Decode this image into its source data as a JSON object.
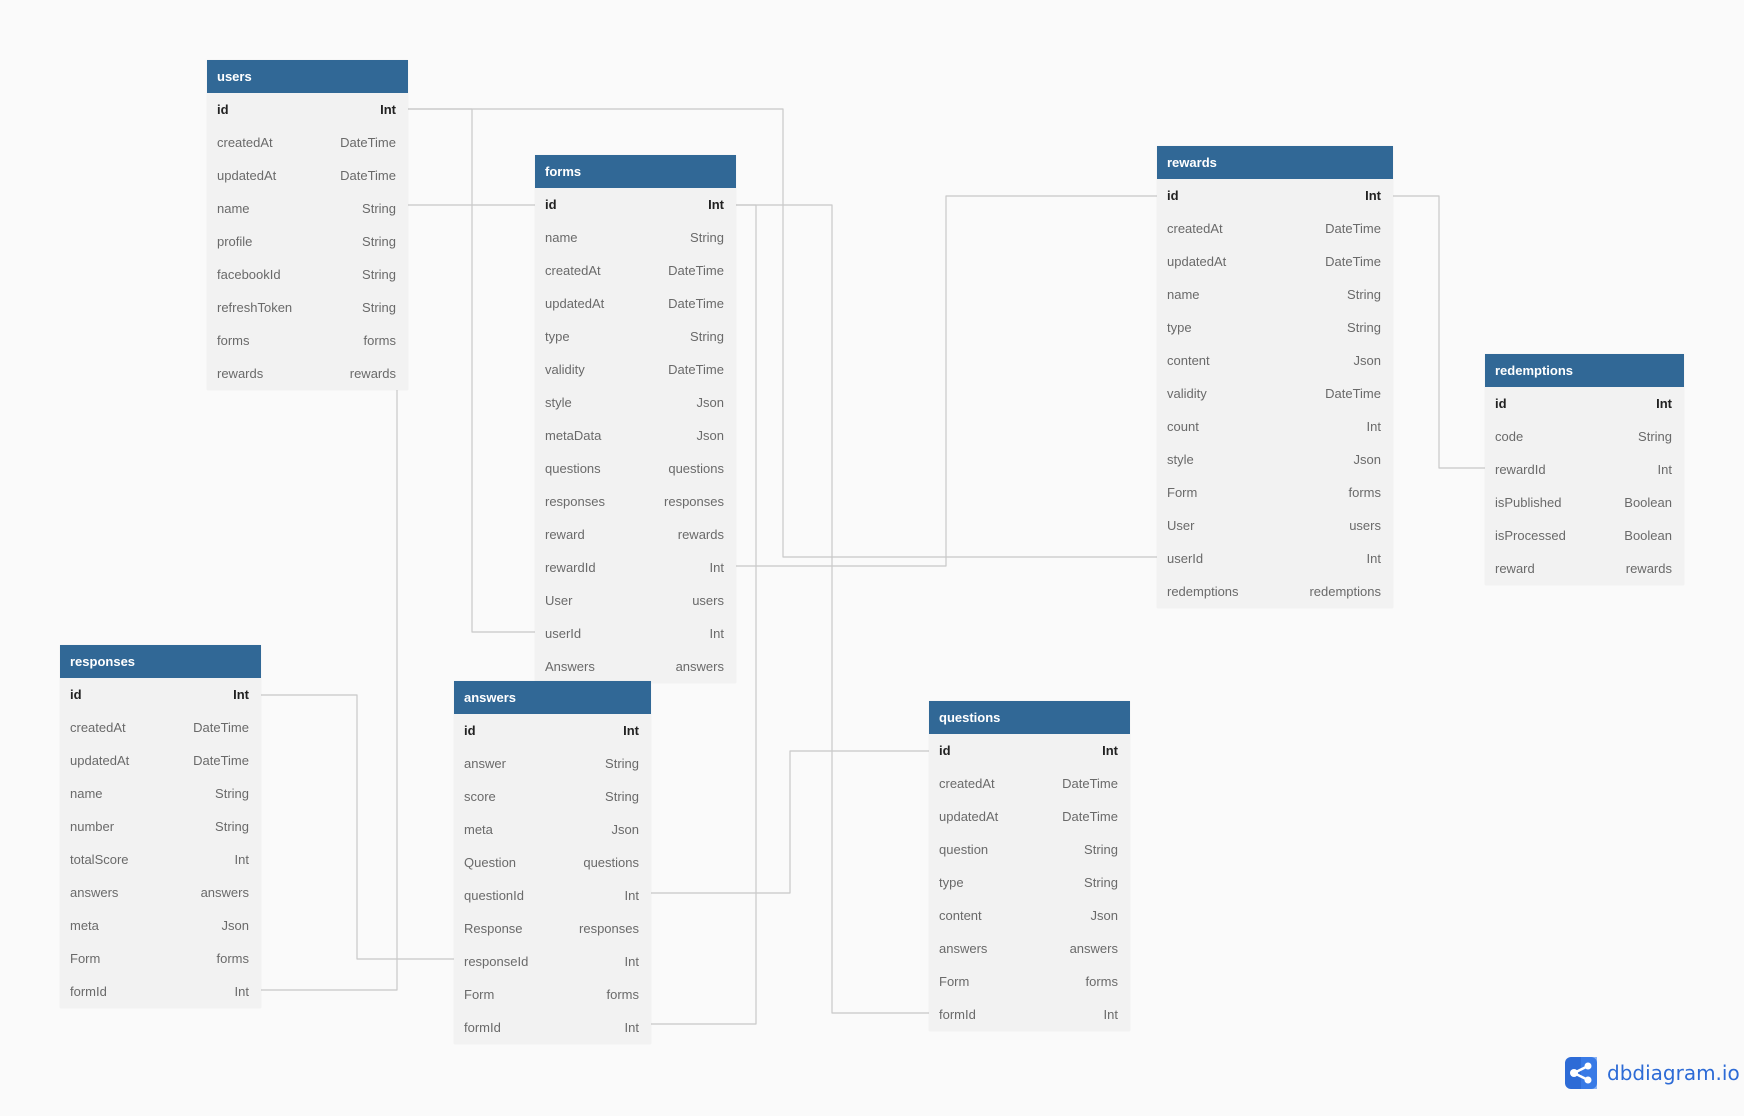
{
  "tables": [
    {
      "name": "users",
      "fields": [
        [
          "id",
          "Int"
        ],
        [
          "createdAt",
          "DateTime"
        ],
        [
          "updatedAt",
          "DateTime"
        ],
        [
          "name",
          "String"
        ],
        [
          "profile",
          "String"
        ],
        [
          "facebookId",
          "String"
        ],
        [
          "refreshToken",
          "String"
        ],
        [
          "forms",
          "forms"
        ],
        [
          "rewards",
          "rewards"
        ]
      ]
    },
    {
      "name": "forms",
      "fields": [
        [
          "id",
          "Int"
        ],
        [
          "name",
          "String"
        ],
        [
          "createdAt",
          "DateTime"
        ],
        [
          "updatedAt",
          "DateTime"
        ],
        [
          "type",
          "String"
        ],
        [
          "validity",
          "DateTime"
        ],
        [
          "style",
          "Json"
        ],
        [
          "metaData",
          "Json"
        ],
        [
          "questions",
          "questions"
        ],
        [
          "responses",
          "responses"
        ],
        [
          "reward",
          "rewards"
        ],
        [
          "rewardId",
          "Int"
        ],
        [
          "User",
          "users"
        ],
        [
          "userId",
          "Int"
        ],
        [
          "Answers",
          "answers"
        ]
      ]
    },
    {
      "name": "rewards",
      "fields": [
        [
          "id",
          "Int"
        ],
        [
          "createdAt",
          "DateTime"
        ],
        [
          "updatedAt",
          "DateTime"
        ],
        [
          "name",
          "String"
        ],
        [
          "type",
          "String"
        ],
        [
          "content",
          "Json"
        ],
        [
          "validity",
          "DateTime"
        ],
        [
          "count",
          "Int"
        ],
        [
          "style",
          "Json"
        ],
        [
          "Form",
          "forms"
        ],
        [
          "User",
          "users"
        ],
        [
          "userId",
          "Int"
        ],
        [
          "redemptions",
          "redemptions"
        ]
      ]
    },
    {
      "name": "redemptions",
      "fields": [
        [
          "id",
          "Int"
        ],
        [
          "code",
          "String"
        ],
        [
          "rewardId",
          "Int"
        ],
        [
          "isPublished",
          "Boolean"
        ],
        [
          "isProcessed",
          "Boolean"
        ],
        [
          "reward",
          "rewards"
        ]
      ]
    },
    {
      "name": "responses",
      "fields": [
        [
          "id",
          "Int"
        ],
        [
          "createdAt",
          "DateTime"
        ],
        [
          "updatedAt",
          "DateTime"
        ],
        [
          "name",
          "String"
        ],
        [
          "number",
          "String"
        ],
        [
          "totalScore",
          "Int"
        ],
        [
          "answers",
          "answers"
        ],
        [
          "meta",
          "Json"
        ],
        [
          "Form",
          "forms"
        ],
        [
          "formId",
          "Int"
        ]
      ]
    },
    {
      "name": "answers",
      "fields": [
        [
          "id",
          "Int"
        ],
        [
          "answer",
          "String"
        ],
        [
          "score",
          "String"
        ],
        [
          "meta",
          "Json"
        ],
        [
          "Question",
          "questions"
        ],
        [
          "questionId",
          "Int"
        ],
        [
          "Response",
          "responses"
        ],
        [
          "responseId",
          "Int"
        ],
        [
          "Form",
          "forms"
        ],
        [
          "formId",
          "Int"
        ]
      ]
    },
    {
      "name": "questions",
      "fields": [
        [
          "id",
          "Int"
        ],
        [
          "createdAt",
          "DateTime"
        ],
        [
          "updatedAt",
          "DateTime"
        ],
        [
          "question",
          "String"
        ],
        [
          "type",
          "String"
        ],
        [
          "content",
          "Json"
        ],
        [
          "answers",
          "answers"
        ],
        [
          "Form",
          "forms"
        ],
        [
          "formId",
          "Int"
        ]
      ]
    }
  ],
  "colors": {
    "header": "#316896",
    "body": "#f2f2f2",
    "link": "#c8c8c8",
    "brand": "#2d6bd6"
  },
  "logo": {
    "text": "dbdiagram.io",
    "icon": "share-nodes-icon"
  }
}
